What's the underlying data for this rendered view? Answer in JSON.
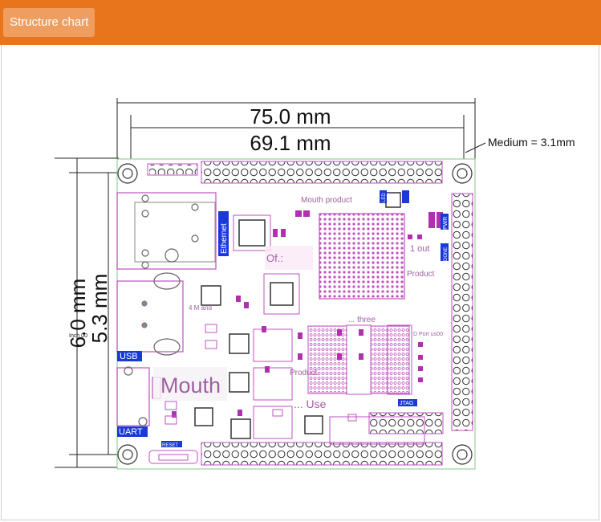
{
  "header": {
    "title": "Structure chart"
  },
  "diagram": {
    "width_label": "75.0 mm",
    "inner_width_label": "69.1 mm",
    "height_label": "6.0 mm",
    "inner_height_label": "5.3 mm",
    "inch_label": "Inch 00",
    "hole_callout": "Medium = 3.1mm",
    "labels": {
      "ethernet": "Ethernet",
      "usb": "USB",
      "uart": "UART",
      "reset": "RESET",
      "jtag": "JTAG",
      "led": "LED",
      "pwr": "PWR",
      "done": "DONE",
      "mouth_product": "Mouth product",
      "of": "Of.:",
      "four_m": "4 M and",
      "mouth": "Mouth",
      "product_right": "Product",
      "product_mid": "Product",
      "use": "... Use",
      "three": "... three",
      "one_out": "1 out",
      "dport": "D Port us00"
    }
  },
  "colors": {
    "accent": "#e8741c",
    "board_outline": "#d070d0",
    "label_bg": "#1a3ad8",
    "dimension_line": "#222222"
  }
}
